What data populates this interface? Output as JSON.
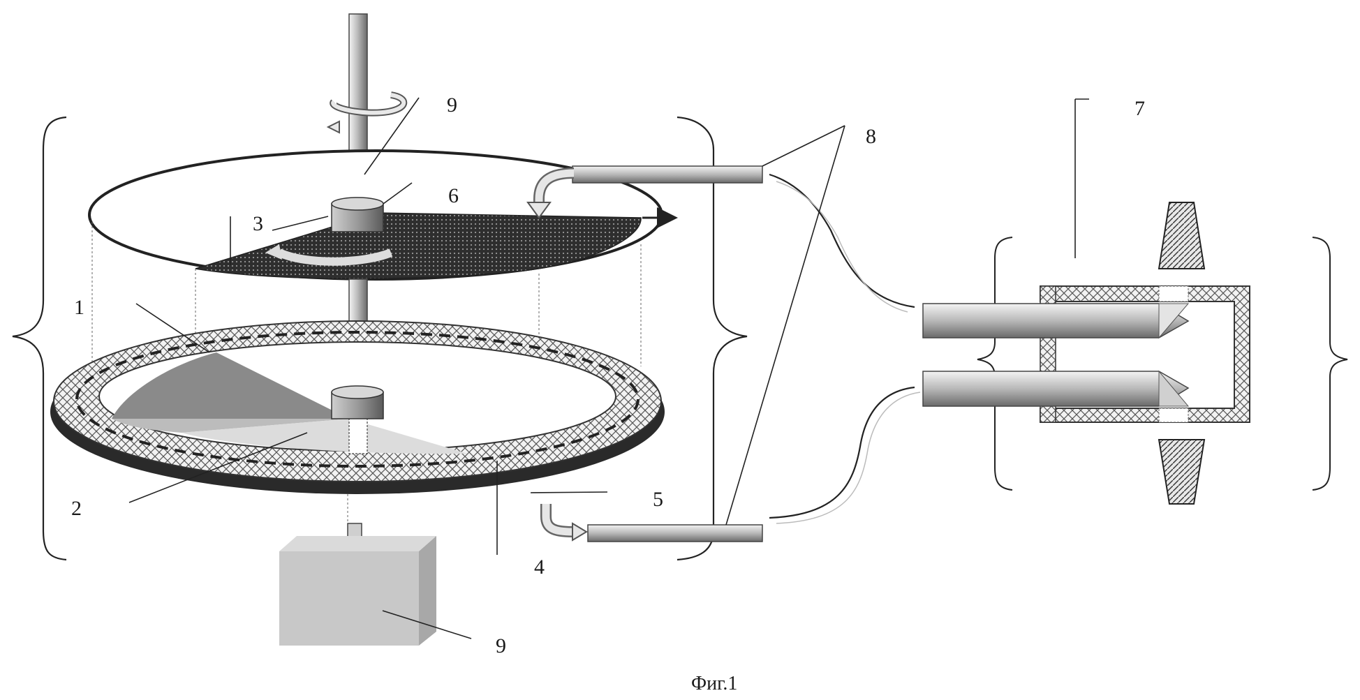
{
  "figure": {
    "caption": "Фиг.1",
    "labels": {
      "l1": "1",
      "l2": "2",
      "l3": "3",
      "l4": "4",
      "l5": "5",
      "l6": "6",
      "l7": "7",
      "l8": "8",
      "l9_top": "9",
      "l9_bottom": "9"
    }
  }
}
